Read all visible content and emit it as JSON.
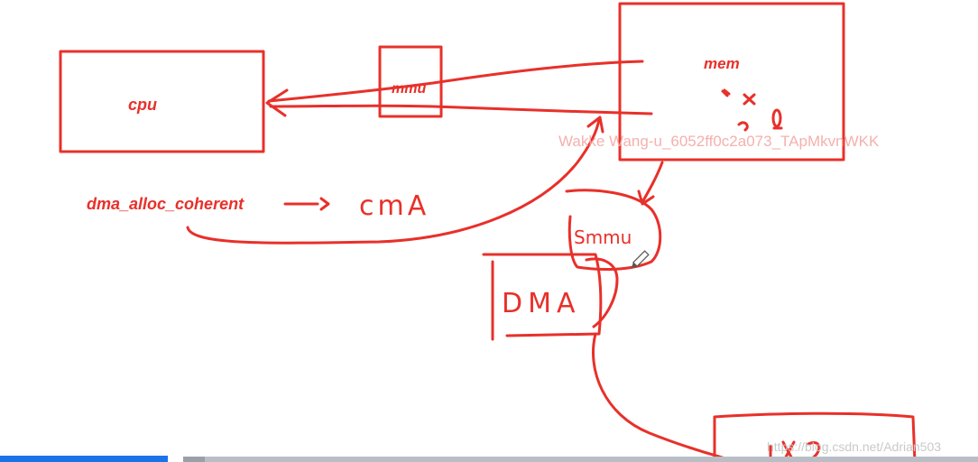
{
  "diagram": {
    "labels": {
      "cpu": "cpu",
      "mmu": "mmu",
      "mem": "mem",
      "dma_alloc": "dma_alloc_coherent",
      "cma": "cmA",
      "smmu": "Smmu",
      "dma": "DMA"
    },
    "stroke_color": "#e8302a"
  },
  "watermarks": {
    "center": "Wakke Wang-u_6052ff0c2a073_TApMkvnWKK",
    "bottom_right": "https://blog.csdn.net/Adrian503"
  },
  "icons": {
    "pen_cursor": "pencil-icon"
  }
}
